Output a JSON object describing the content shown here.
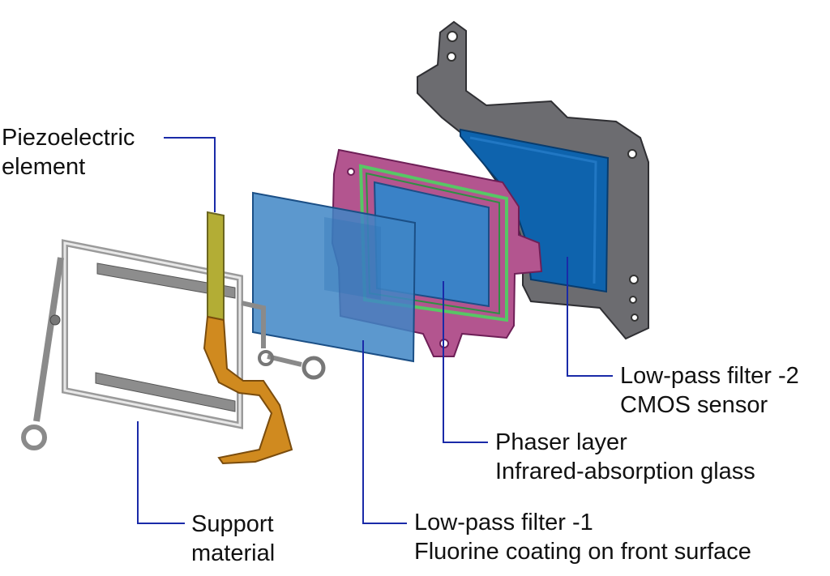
{
  "labels": {
    "piezo": {
      "line1": "Piezoelectric",
      "line2": "element"
    },
    "support": {
      "line1": "Support",
      "line2": "material"
    },
    "lpf1": {
      "line1": "Low-pass filter -1",
      "line2": "Fluorine coating on front surface"
    },
    "phaser": {
      "line1": "Phaser layer",
      "line2": "Infrared-absorption glass"
    },
    "lpf2": {
      "line1": "Low-pass filter -2",
      "line2": "CMOS sensor"
    }
  },
  "colors": {
    "leader_line": "#1a2aa8",
    "sensor_plate": "#5f5f63",
    "sensor_glass": "#0e63ad",
    "phaser_frame": "#b04f8f",
    "phaser_seal": "#57c765",
    "filter_glass": "#3f86c6",
    "support_frame": "#a3a3a3",
    "flex_cable": "#d08a1f",
    "piezo_strip": "#b3ad35"
  }
}
